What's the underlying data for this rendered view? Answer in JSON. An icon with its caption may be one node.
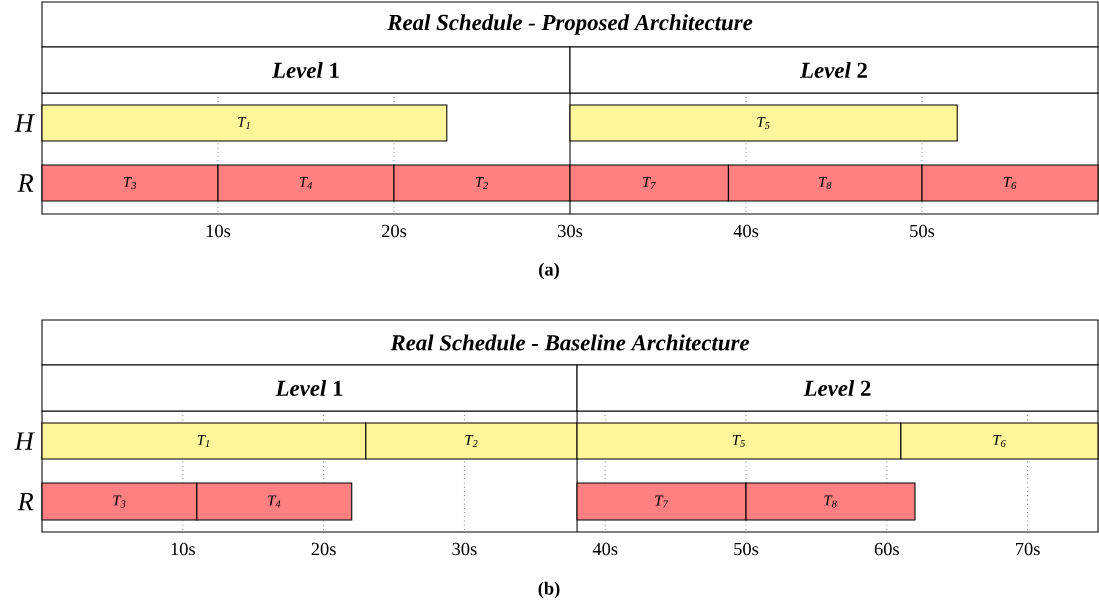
{
  "diagram": {
    "nodes": [
      {
        "text": [
          "Real Schedule - Proposed Architecture"
        ]
      },
      {
        "text": [
          "*Level* 1"
        ]
      },
      {
        "text": [
          "*Level* 2"
        ]
      },
      {
        "text": [
          "T$_{1}$"
        ]
      },
      {
        "text": [
          "T$_{5}$"
        ]
      },
      {
        "text": [
          "T$_{3}$"
        ]
      },
      {
        "text": [
          "T$_{4}$"
        ]
      },
      {
        "text": [
          "T$_{2}$"
        ]
      },
      {
        "text": [
          "T$_{7}$"
        ]
      },
      {
        "text": [
          "T$_{8}$"
        ]
      },
      {
        "text": [
          "T$_{6}$"
        ]
      },
      {
        "text": [
          "Real Schedule - Baseline Architecture"
        ]
      },
      {
        "text": [
          "*Level* 1"
        ]
      },
      {
        "text": [
          "*Level* 2"
        ]
      },
      {
        "text": [
          "T$_{1}$"
        ]
      },
      {
        "text": [
          "T$_{2}$"
        ]
      },
      {
        "text": [
          "T$_{5}$"
        ]
      },
      {
        "text": [
          "T$_{6}$"
        ]
      },
      {
        "text": [
          "T$_{3}$"
        ]
      },
      {
        "text": [
          "T$_{4}$"
        ]
      },
      {
        "text": [
          "T$_{7}$"
        ]
      },
      {
        "text": [
          "T$_{8}$"
        ]
      }
    ],
    "labels": [
      "H",
      "R",
      "10s",
      "20s",
      "30s",
      "40s",
      "50s",
      "(a)",
      "H",
      "R",
      "10s",
      "20s",
      "30s",
      "40s",
      "50s",
      "60s",
      "70s",
      "(b)"
    ]
  }
}
